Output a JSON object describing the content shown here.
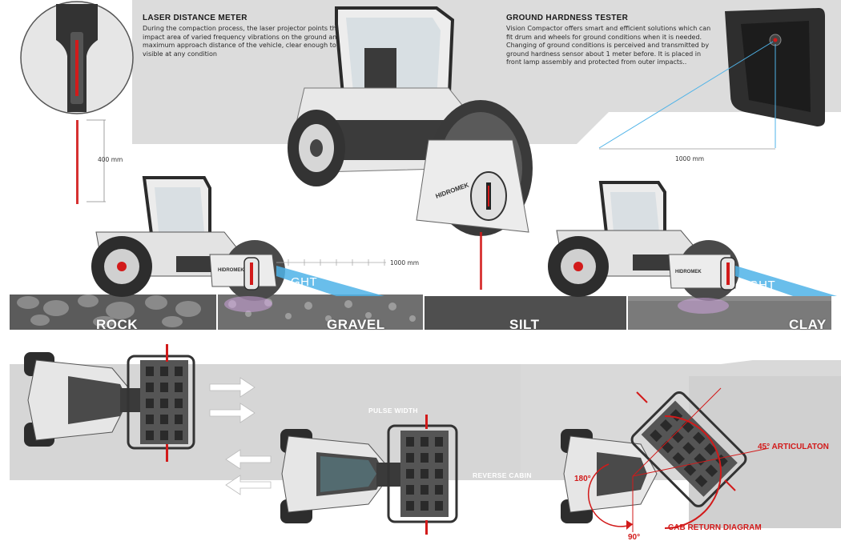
{
  "laser_meter": {
    "title": "LASER DISTANCE METER",
    "text": "During the compaction process, the laser projector points the impact area of varied frequency vibrations on the ground and maximum approach distance of the vehicle, clear enough to be visible at any condition",
    "dimension": "400 mm"
  },
  "hardness_tester": {
    "title": "GROUND HARDNESS TESTER",
    "text": "Vision Compactor offers smart and efficient solutions which can fit drum and wheels for ground conditions when it is needed. Changing of ground conditions is perceived and transmitted by ground hardness sensor about 1 meter before. It is placed in front lamp assembly and protected from outer impacts..",
    "dimension": "1000 mm"
  },
  "side_views": {
    "dimension": "1000 mm",
    "sensor_label": "GHT",
    "brand": "HIDROMEK",
    "grounds": [
      "ROCK",
      "GRAVEL",
      "SILT",
      "CLAY"
    ]
  },
  "top_views": {
    "pulse_width": "PULSE WIDTH",
    "reverse_cabin": "REVERSE CABIN",
    "articulation": "45° ARTICULATON",
    "cab_return": "CAB RETURN DIAGRAM",
    "angle_180": "180°",
    "angle_90": "90°"
  },
  "colors": {
    "accent_red": "#d21a1a",
    "sensor_blue": "#4fb3e8",
    "band_grey": "#dcdcdc",
    "body_white": "#eeeeee",
    "dark": "#2b2b2b"
  }
}
